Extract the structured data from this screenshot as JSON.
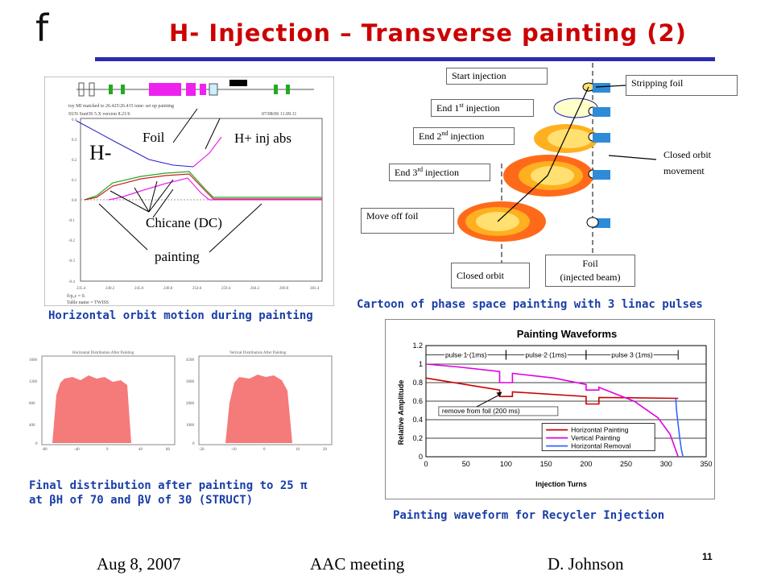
{
  "logo": "f",
  "title": "H- Injection – Transverse painting (2)",
  "orbit_plot": {
    "labels": {
      "hminus": "H-",
      "foil": "Foil",
      "hplus": "H+ inj abs",
      "chicane": "Chicane (DC)",
      "painting": "painting"
    },
    "caption": "Horizontal orbit motion during painting"
  },
  "cartoon": {
    "start": "Start injection",
    "end1_prefix": "End 1",
    "end1_sup": "st",
    "end1_suffix": " injection",
    "end2_prefix": "End 2",
    "end2_sup": "nd",
    "end2_suffix": " injection",
    "end3_prefix": "End 3",
    "end3_sup": "rd",
    "end3_suffix": " injection",
    "move_off": "Move off foil",
    "closed_orbit": "Closed orbit",
    "foil_injected_1": "Foil",
    "foil_injected_2": "(injected beam)",
    "stripping_foil": "Stripping foil",
    "closed_orbit_movement_1": "Closed orbit",
    "closed_orbit_movement_2": "movement",
    "caption": "Cartoon of phase space painting with 3 linac pulses"
  },
  "distribution": {
    "caption_line1": "Final distribution after painting to 25 π",
    "caption_line2": "at βH of 70 and βV of 30 (STRUCT)"
  },
  "chart_data": {
    "type": "line",
    "title": "Painting Waveforms",
    "xlabel": "Injection Turns",
    "ylabel": "Relative Amplitude",
    "xlim": [
      0,
      350
    ],
    "ylim": [
      0,
      1.2
    ],
    "xticks": [
      "0",
      "50",
      "100",
      "150",
      "200",
      "250",
      "300",
      "350"
    ],
    "yticks": [
      "0",
      "0.2",
      "0.4",
      "0.6",
      "0.8",
      "1",
      "1.2"
    ],
    "pulses": [
      "pulse 1 (1ms)",
      "pulse 2 (1ms)",
      "pulse 3 (1ms)"
    ],
    "annotation": "remove from foil (200 ms)",
    "series": [
      {
        "name": "Horizontal Painting",
        "color": "#cc0000",
        "x": [
          0,
          92,
          92,
          108,
          108,
          200,
          200,
          216,
          216,
          315
        ],
        "y": [
          0.85,
          0.72,
          0.65,
          0.65,
          0.7,
          0.65,
          0.57,
          0.57,
          0.64,
          0.63
        ]
      },
      {
        "name": "Vertical Painting",
        "color": "#e000e0",
        "x": [
          0,
          40,
          92,
          92,
          108,
          108,
          160,
          200,
          200,
          216,
          216,
          260,
          290,
          305,
          315
        ],
        "y": [
          1.0,
          0.97,
          0.92,
          0.8,
          0.8,
          0.9,
          0.85,
          0.78,
          0.72,
          0.72,
          0.75,
          0.6,
          0.42,
          0.24,
          0.0
        ]
      },
      {
        "name": "Horizontal Removal",
        "color": "#3366ff",
        "x": [
          312,
          313,
          315,
          317,
          319,
          321
        ],
        "y": [
          0.63,
          0.5,
          0.35,
          0.2,
          0.08,
          0.0
        ]
      }
    ],
    "caption": "Painting waveform for Recycler Injection"
  },
  "footer": {
    "date": "Aug 8, 2007",
    "meeting": "AAC meeting",
    "author": "D. Johnson",
    "page": "11"
  }
}
